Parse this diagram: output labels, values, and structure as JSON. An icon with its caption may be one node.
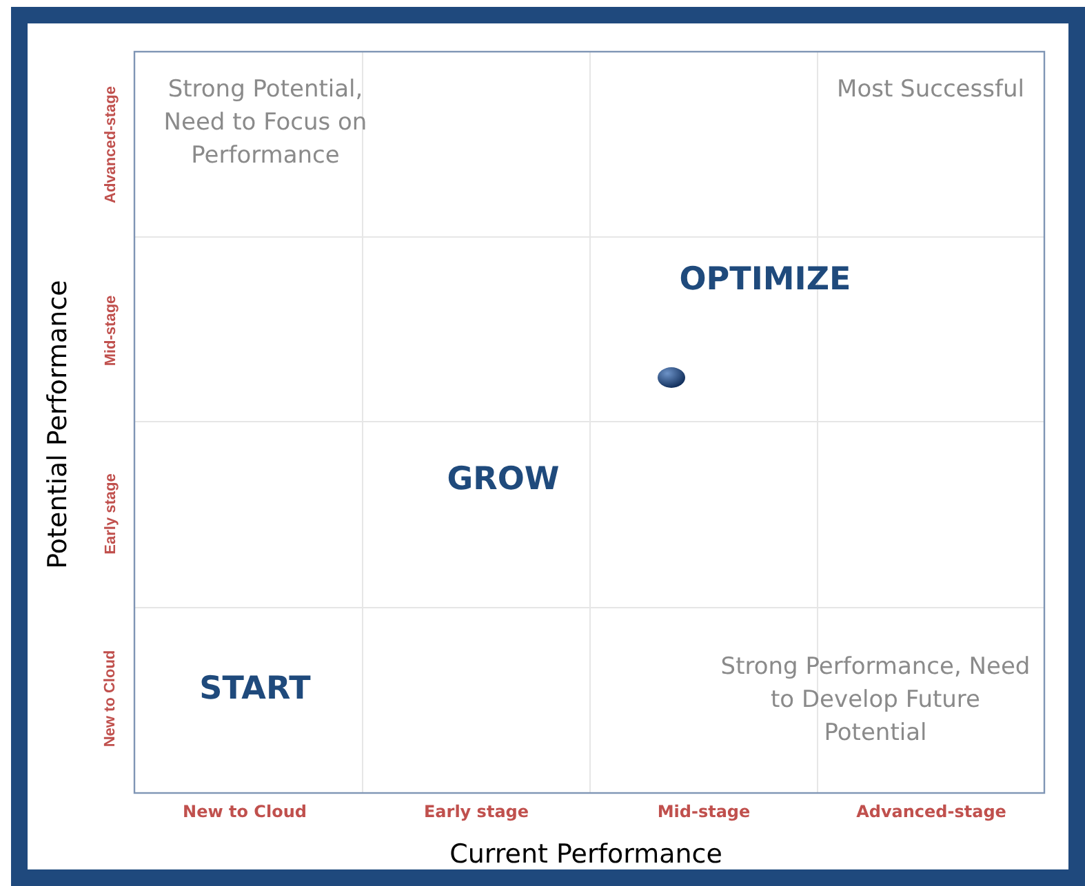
{
  "diagram": {
    "labels": [
      "Strong Potential, Need to Focus on Performance",
      "Most Successful",
      "OPTIMIZE",
      "GROW",
      "START",
      "Strong Performance, Need to Develop Future Potential",
      "Advanced-stage",
      "Mid-stage",
      "Early stage",
      "New to Cloud",
      "Potential Performance",
      "New to Cloud",
      "Early stage",
      "Mid-stage",
      "Advanced-stage",
      "Current Performance"
    ]
  }
}
